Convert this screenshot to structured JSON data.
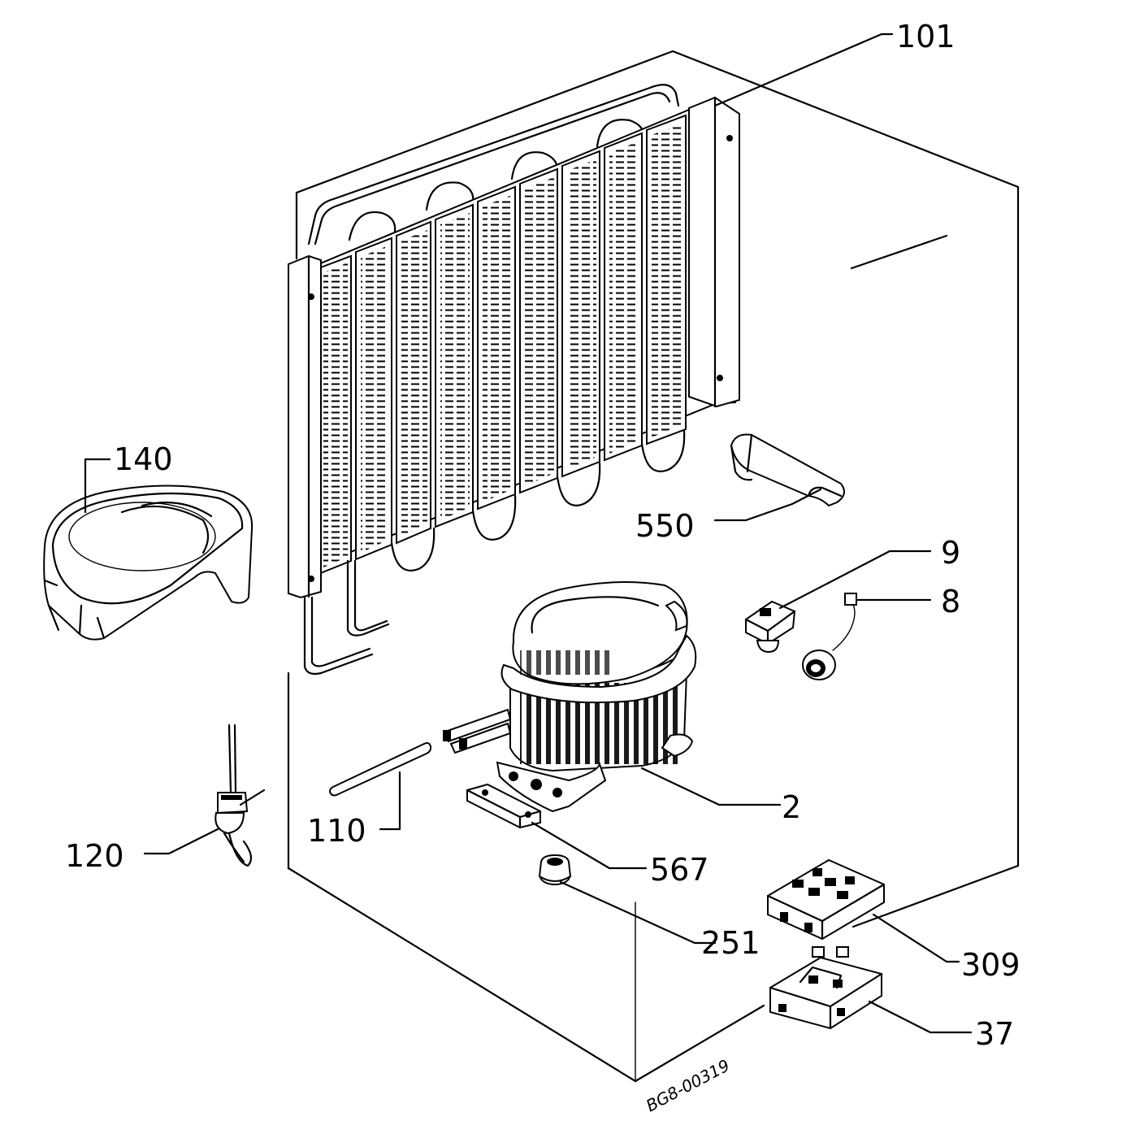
{
  "drawing_code": "BG8-00319",
  "parts": [
    {
      "id": "101"
    },
    {
      "id": "140"
    },
    {
      "id": "550"
    },
    {
      "id": "9"
    },
    {
      "id": "8"
    },
    {
      "id": "2"
    },
    {
      "id": "110"
    },
    {
      "id": "120"
    },
    {
      "id": "567"
    },
    {
      "id": "251"
    },
    {
      "id": "309"
    },
    {
      "id": "37"
    }
  ]
}
